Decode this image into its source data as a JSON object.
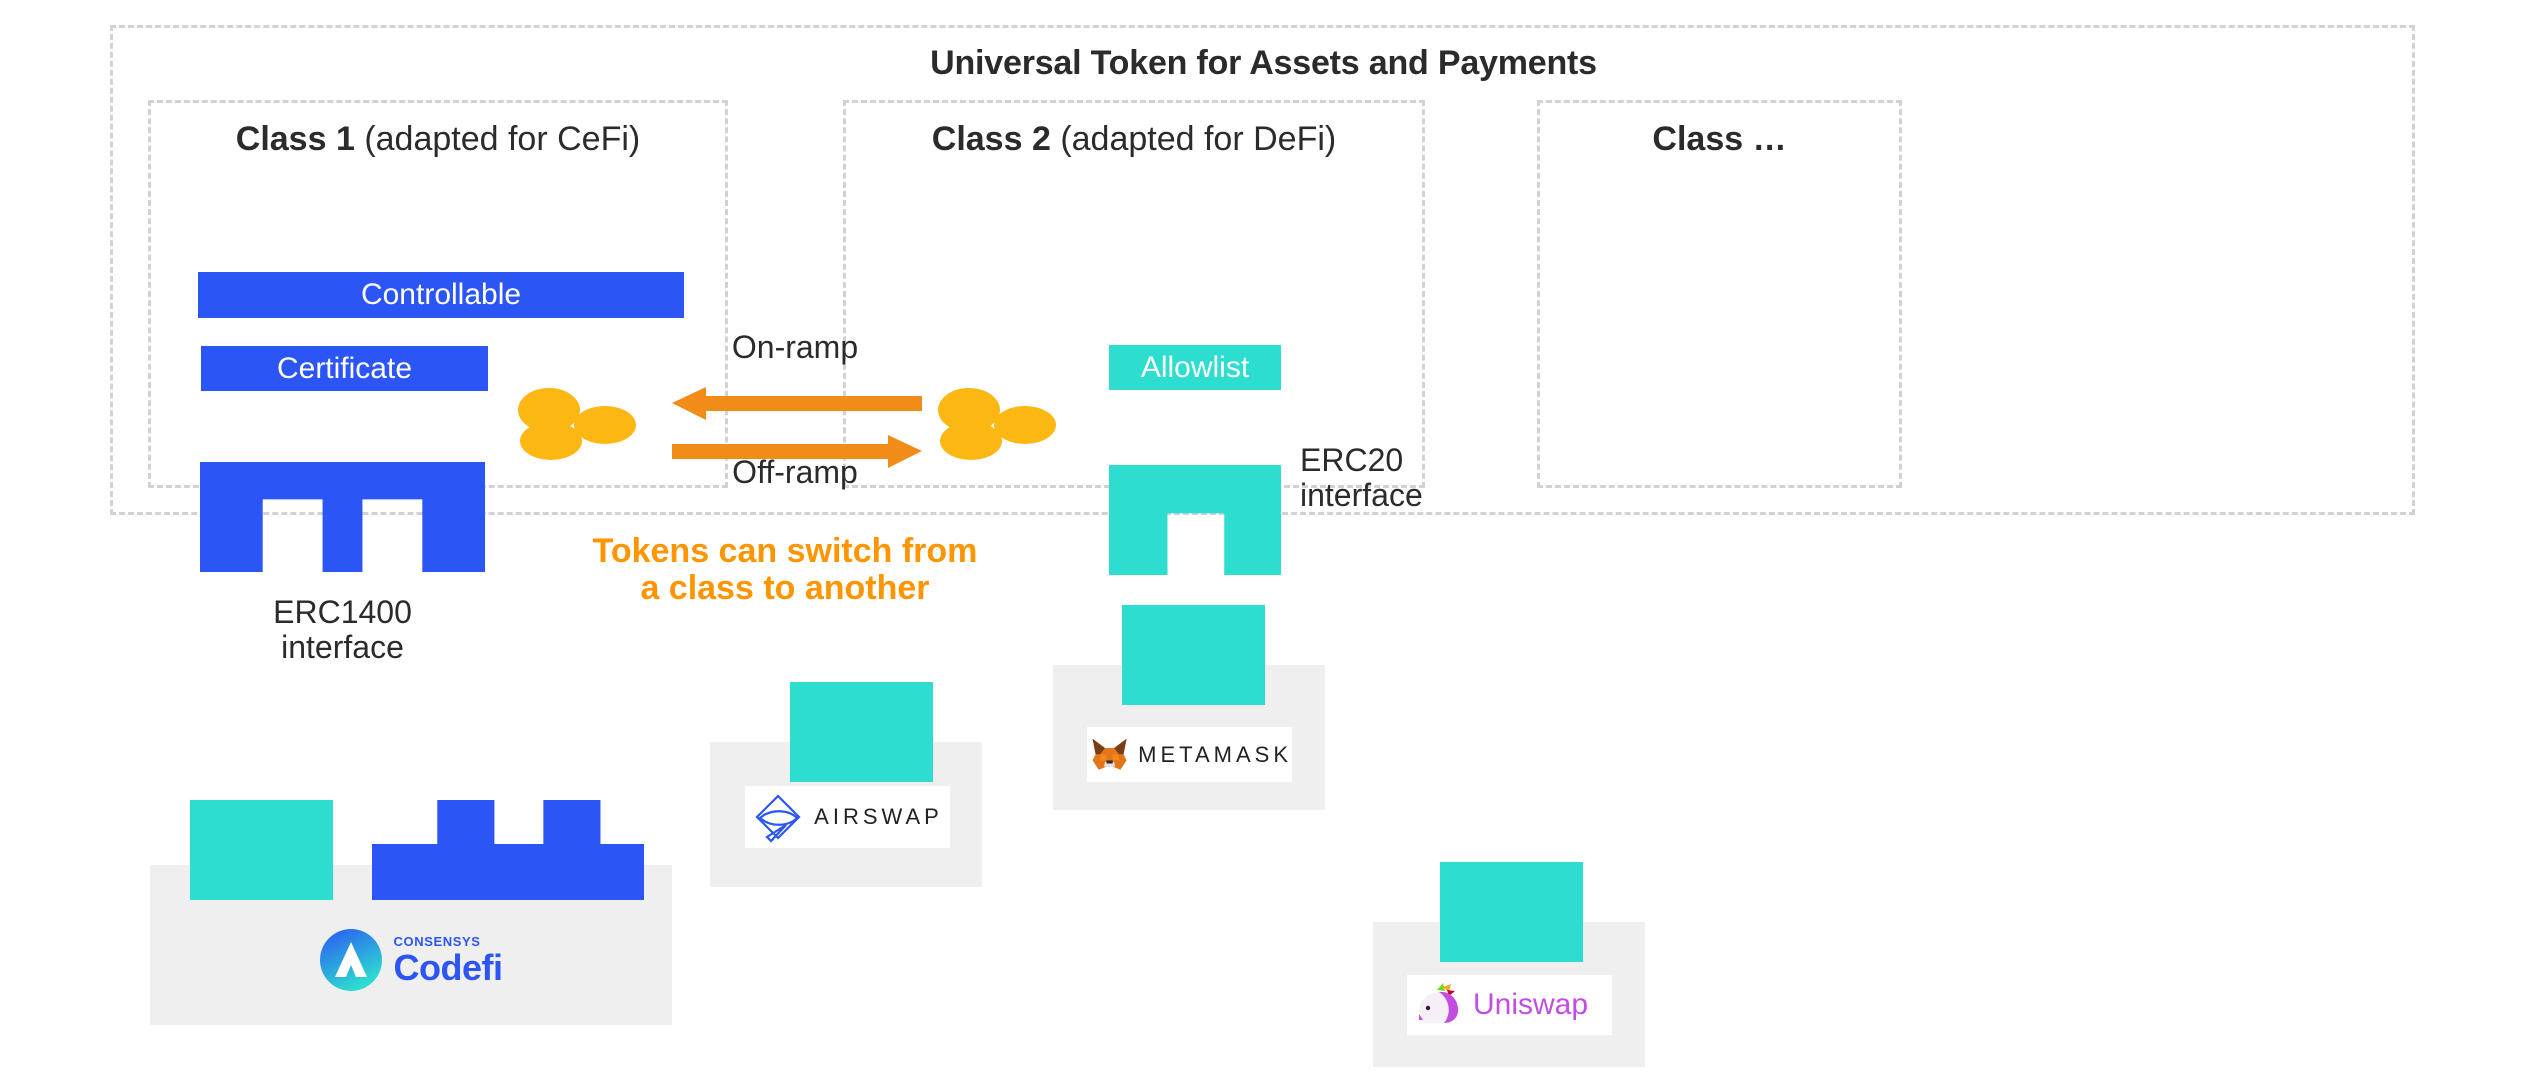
{
  "diagram": {
    "title": "Universal Token for Assets and Payments",
    "colors": {
      "blue": "#2B55F5",
      "teal": "#2DDDD0",
      "orange": "#FF9500",
      "coin_yellow": "#FCB713",
      "dashed_border": "#d2d2d2",
      "card_grey": "#efefef",
      "uniswap_purple": "#C24DE0"
    }
  },
  "classes": [
    {
      "name": "Class 1",
      "qualifier": "(adapted for CeFi)"
    },
    {
      "name": "Class 2",
      "qualifier": "(adapted for DeFi)"
    },
    {
      "name": "Class …",
      "qualifier": ""
    }
  ],
  "chips": {
    "controllable": "Controllable",
    "certificate": "Certificate",
    "allowlist": "Allowlist"
  },
  "interfaces": {
    "erc1400": "ERC1400\ninterface",
    "erc1400_line1": "ERC1400",
    "erc1400_line2": "interface",
    "erc20_line1": "ERC20",
    "erc20_line2": "interface"
  },
  "ramps": {
    "on": "On-ramp",
    "off": "Off-ramp"
  },
  "callout": {
    "line1": "Tokens can switch from",
    "line2": "a class to another"
  },
  "logos": {
    "codefi": {
      "top": "CONSENSYS",
      "name": "Codefi",
      "icon": "codefi-logo-icon"
    },
    "airswap": {
      "name": "AIRSWAP",
      "icon": "airswap-diamond-icon"
    },
    "metamask": {
      "name": "METAMASK",
      "icon": "metamask-fox-icon"
    },
    "uniswap": {
      "name": "Uniswap",
      "icon": "unicorn-icon"
    }
  },
  "icons": {
    "on_ramp_arrow": "arrow-left-icon",
    "off_ramp_arrow": "arrow-right-icon",
    "token_cluster": "token-coins-icon"
  }
}
